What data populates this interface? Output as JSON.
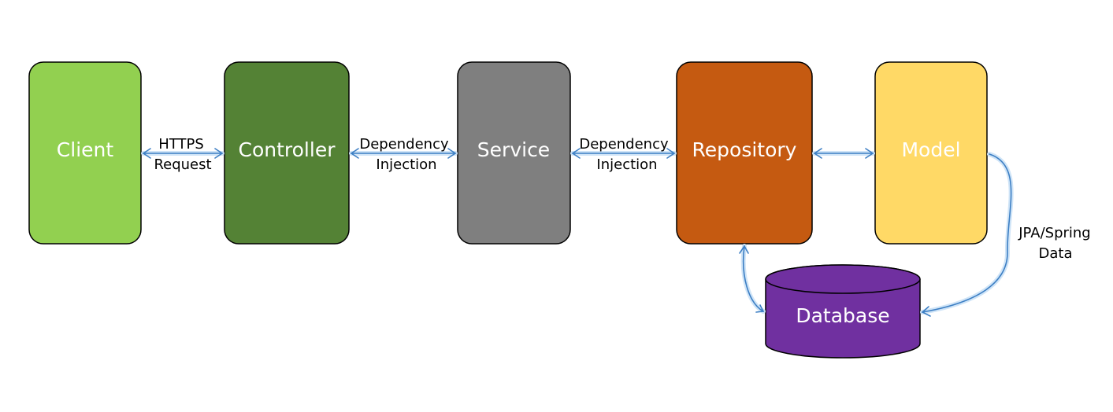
{
  "nodes": {
    "client": {
      "label": "Client",
      "color": "#92d050"
    },
    "controller": {
      "label": "Controller",
      "color": "#548235"
    },
    "service": {
      "label": "Service",
      "color": "#7f7f7f"
    },
    "repository": {
      "label": "Repository",
      "color": "#c55a11"
    },
    "model": {
      "label": "Model",
      "color": "#ffd966"
    },
    "database": {
      "label": "Database",
      "color": "#7030a0"
    }
  },
  "edges": {
    "client_controller": {
      "line1": "HTTPS",
      "line2": "Request"
    },
    "controller_service": {
      "line1": "Dependency",
      "line2": "Injection"
    },
    "service_repository": {
      "line1": "Dependency",
      "line2": "Injection"
    },
    "model_database": {
      "line1": "JPA/Spring",
      "line2": "Data"
    }
  },
  "colors": {
    "arrow": "#3d7fc4",
    "arrow_glow": "#cfe4f7"
  }
}
